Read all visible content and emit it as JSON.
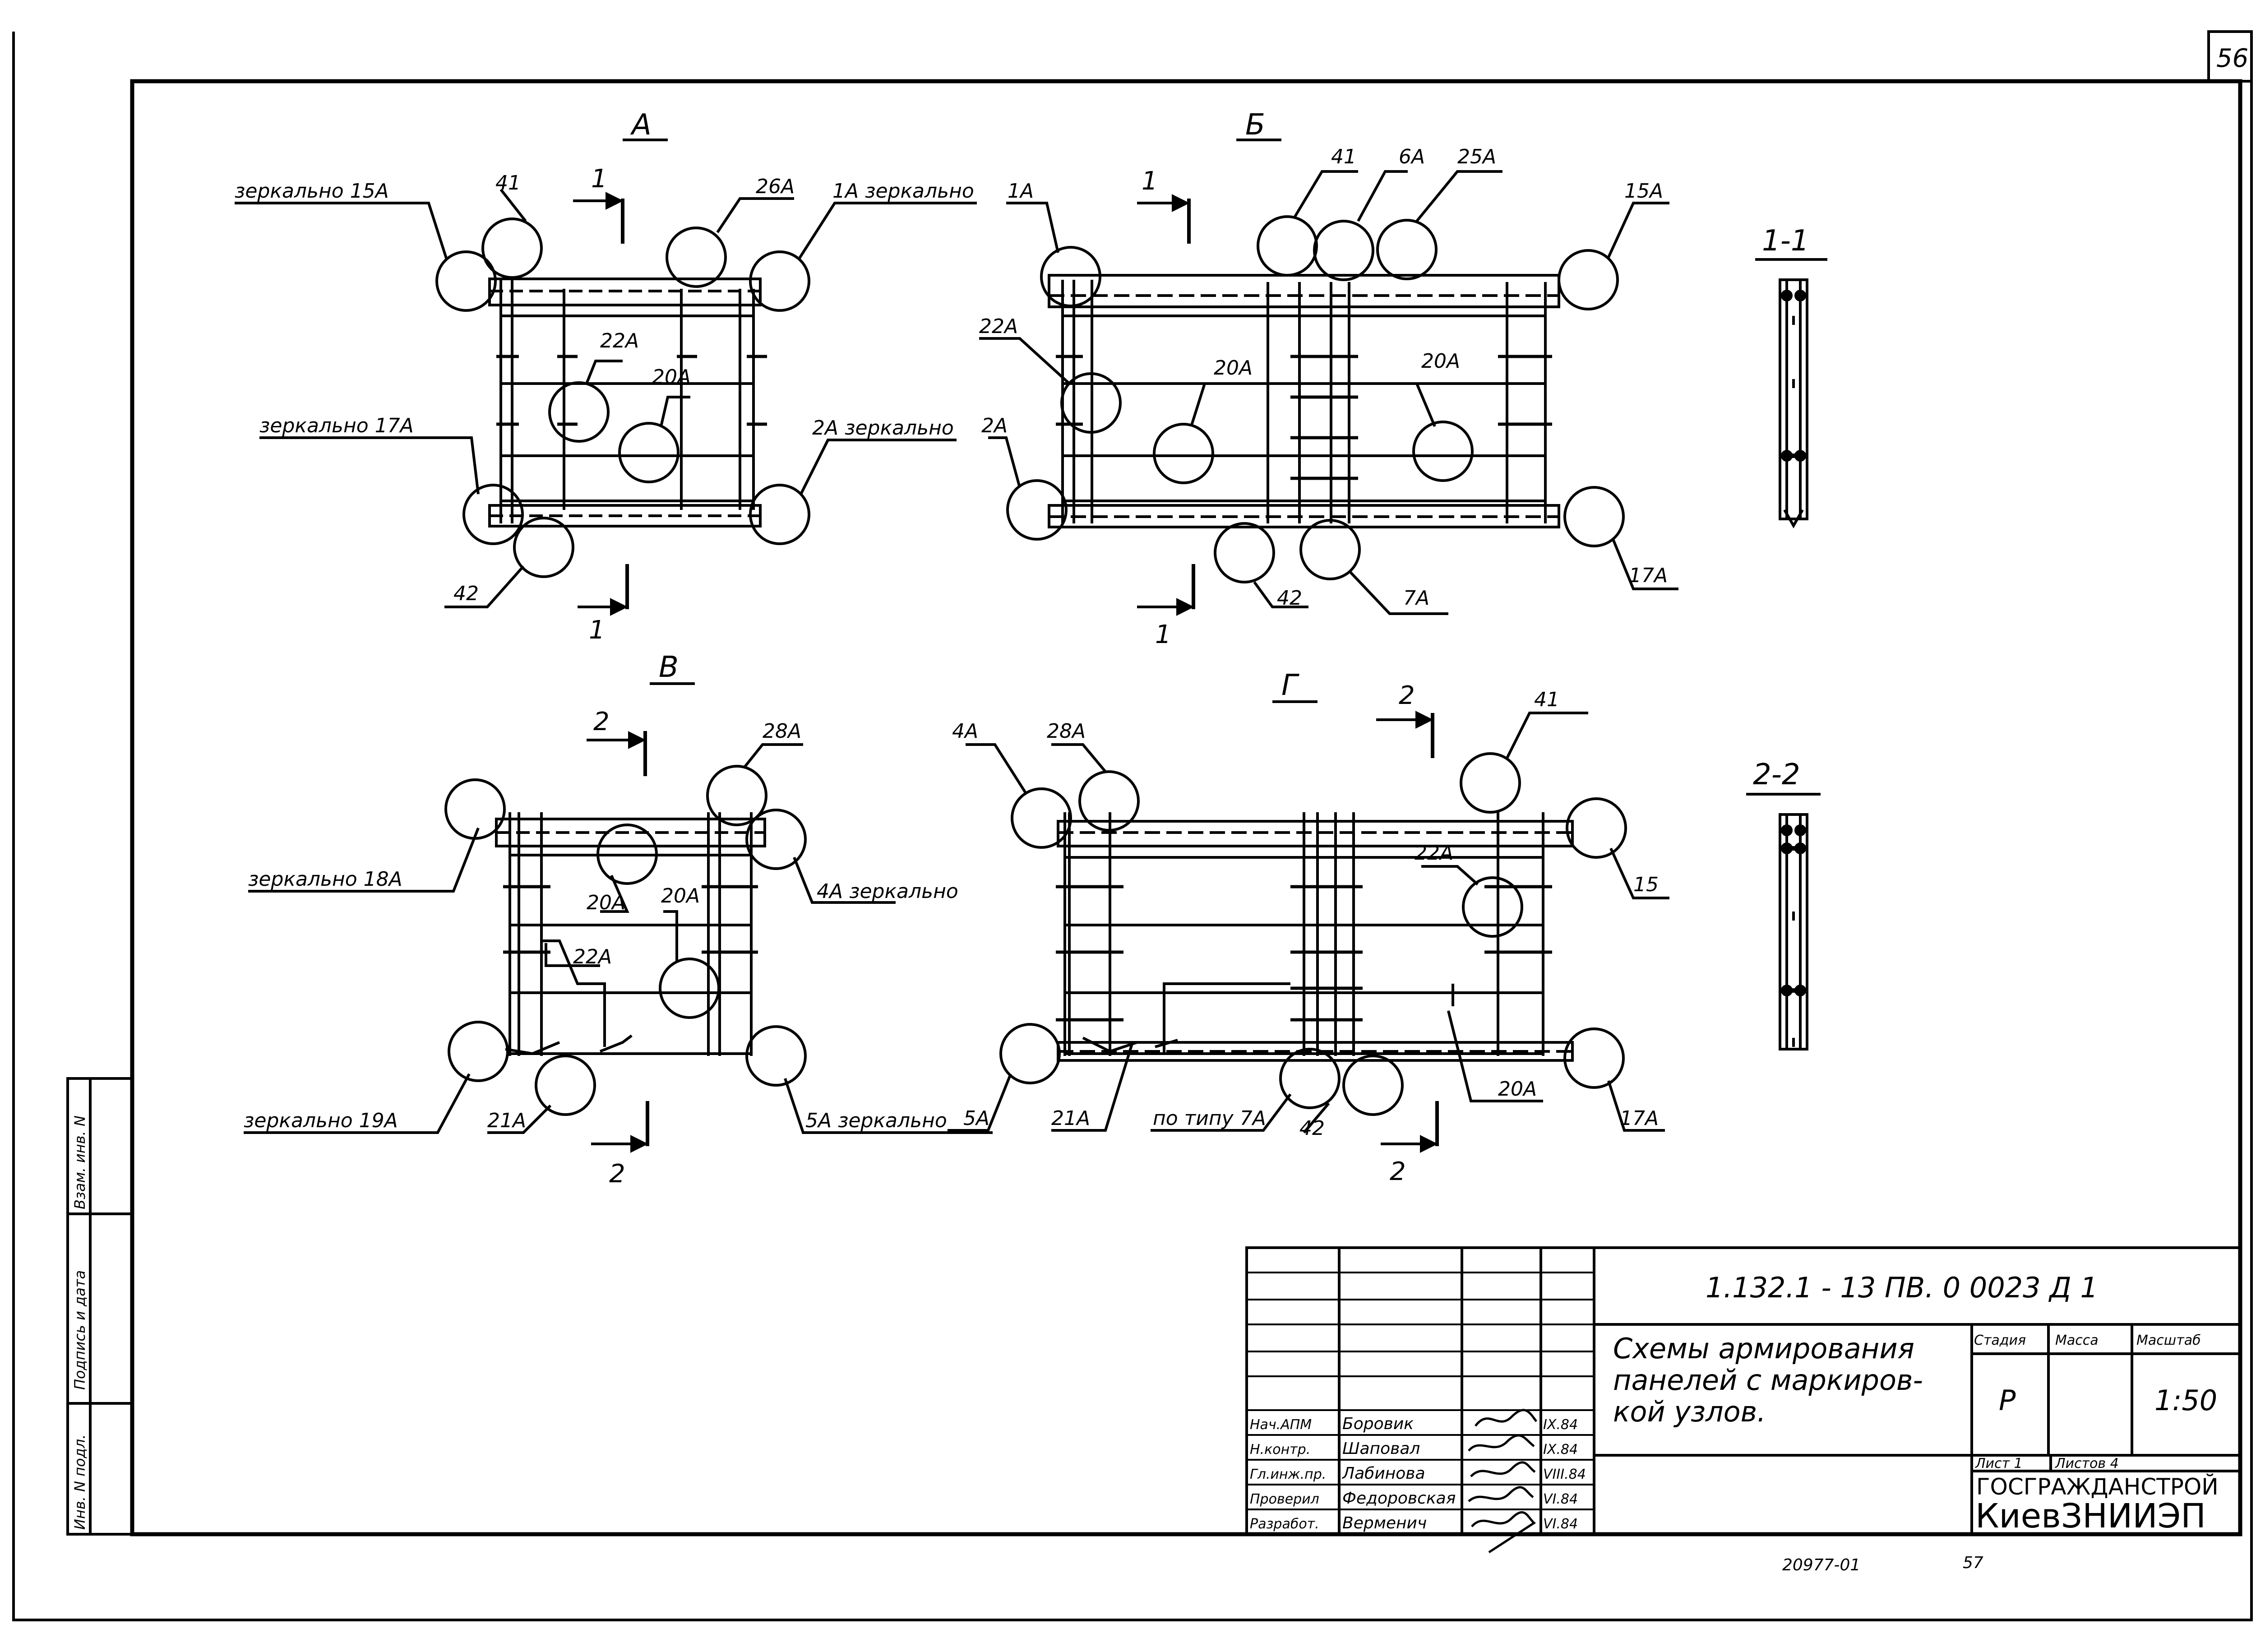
{
  "sheet_number": "56",
  "views": {
    "a": {
      "title": "А",
      "labels": {
        "mirror_15a": "зеркально 15А",
        "l41": "41",
        "l26a": "26А",
        "mirror_1a": "1А зеркально",
        "l22a": "22А",
        "l20a": "20А",
        "mirror_17a": "зеркально 17А",
        "mirror_2a": "2А зеркально",
        "l42": "42"
      },
      "section_top": "1",
      "section_bottom": "1"
    },
    "b": {
      "title": "Б",
      "labels": {
        "l1a": "1А",
        "l41": "41",
        "l6a": "6А",
        "l25a": "25А",
        "l15a": "15А",
        "l22a": "22А",
        "l20a_left": "20А",
        "l20a_right": "20А",
        "l2a": "2А",
        "l42": "42",
        "l7a": "7А",
        "l17a": "17А"
      },
      "section_top": "1",
      "section_bottom": "1"
    },
    "v": {
      "title": "В",
      "labels": {
        "l28a": "28А",
        "mirror_18a": "зеркально 18А",
        "l20a_a": "20А",
        "l20a_b": "20А",
        "mirror_4a": "4А зеркально",
        "l22a": "22А",
        "mirror_19a": "зеркально 19А",
        "l21a": "21А",
        "mirror_5a": "5А зеркально"
      },
      "section_top": "2",
      "section_bottom": "2"
    },
    "g": {
      "title": "Г",
      "labels": {
        "l4a": "4А",
        "l28a": "28А",
        "l41": "41",
        "l22a": "22А",
        "l15": "15",
        "l5a": "5А",
        "l21a": "21А",
        "type_7a": "по типу 7А",
        "l42": "42",
        "l20a": "20А",
        "l17a": "17А"
      },
      "section_top": "2",
      "section_bottom": "2"
    }
  },
  "sections": {
    "s11": "1-1",
    "s22": "2-2"
  },
  "side_stamp": {
    "inv_podl": "Инв. N подл.",
    "podpis": "Подпись и дата",
    "vzam": "Взам. инв. N"
  },
  "title_block": {
    "doc_code": "1.132.1 - 13 ПВ. 0 0023 Д 1",
    "desc_line1": "Схемы армирования",
    "desc_line2": "панелей с маркиров-",
    "desc_line3": "кой узлов.",
    "col_stage": "Стадия",
    "col_mass": "Масса",
    "col_scale": "Масштаб",
    "stage": "Р",
    "scale": "1:50",
    "sheet": "Лист 1",
    "sheets": "Листов 4",
    "org1": "ГОСГРАЖДАНСТРОЙ",
    "org2": "КиевЗНИИЭП",
    "rows": [
      {
        "role": "Нач.АПМ",
        "name": "Боровик",
        "date": "IX.84"
      },
      {
        "role": "Н.контр.",
        "name": "Шаповал",
        "date": "IX.84"
      },
      {
        "role": "Гл.инж.пр.",
        "name": "Лабинова",
        "date": "VIII.84"
      },
      {
        "role": "Проверил",
        "name": "Федоровская",
        "date": "VI.84"
      },
      {
        "role": "Разработ.",
        "name": "Верменич",
        "date": "VI.84"
      }
    ]
  },
  "footer_left": "20977-01",
  "footer_right": "57"
}
